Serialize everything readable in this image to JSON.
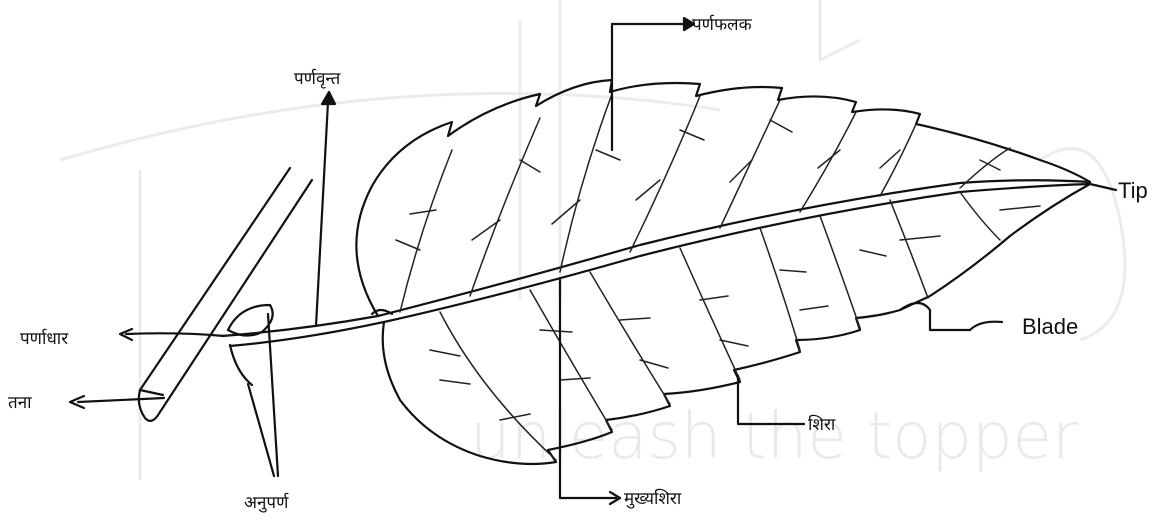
{
  "labels": {
    "lamina": "पर्णफलक",
    "petiole": "पर्णवृन्त",
    "leaf_base": "पर्णाधार",
    "stem": "तना",
    "stipule": "अनुपर्ण",
    "midrib": "मुख्यशिरा",
    "vein": "शिरा",
    "tip": "Tip",
    "blade": "Blade"
  },
  "watermark": {
    "text": "unleash the topper",
    "color": "#e9e9e9"
  },
  "colors": {
    "ink": "#111111",
    "background": "#ffffff"
  }
}
